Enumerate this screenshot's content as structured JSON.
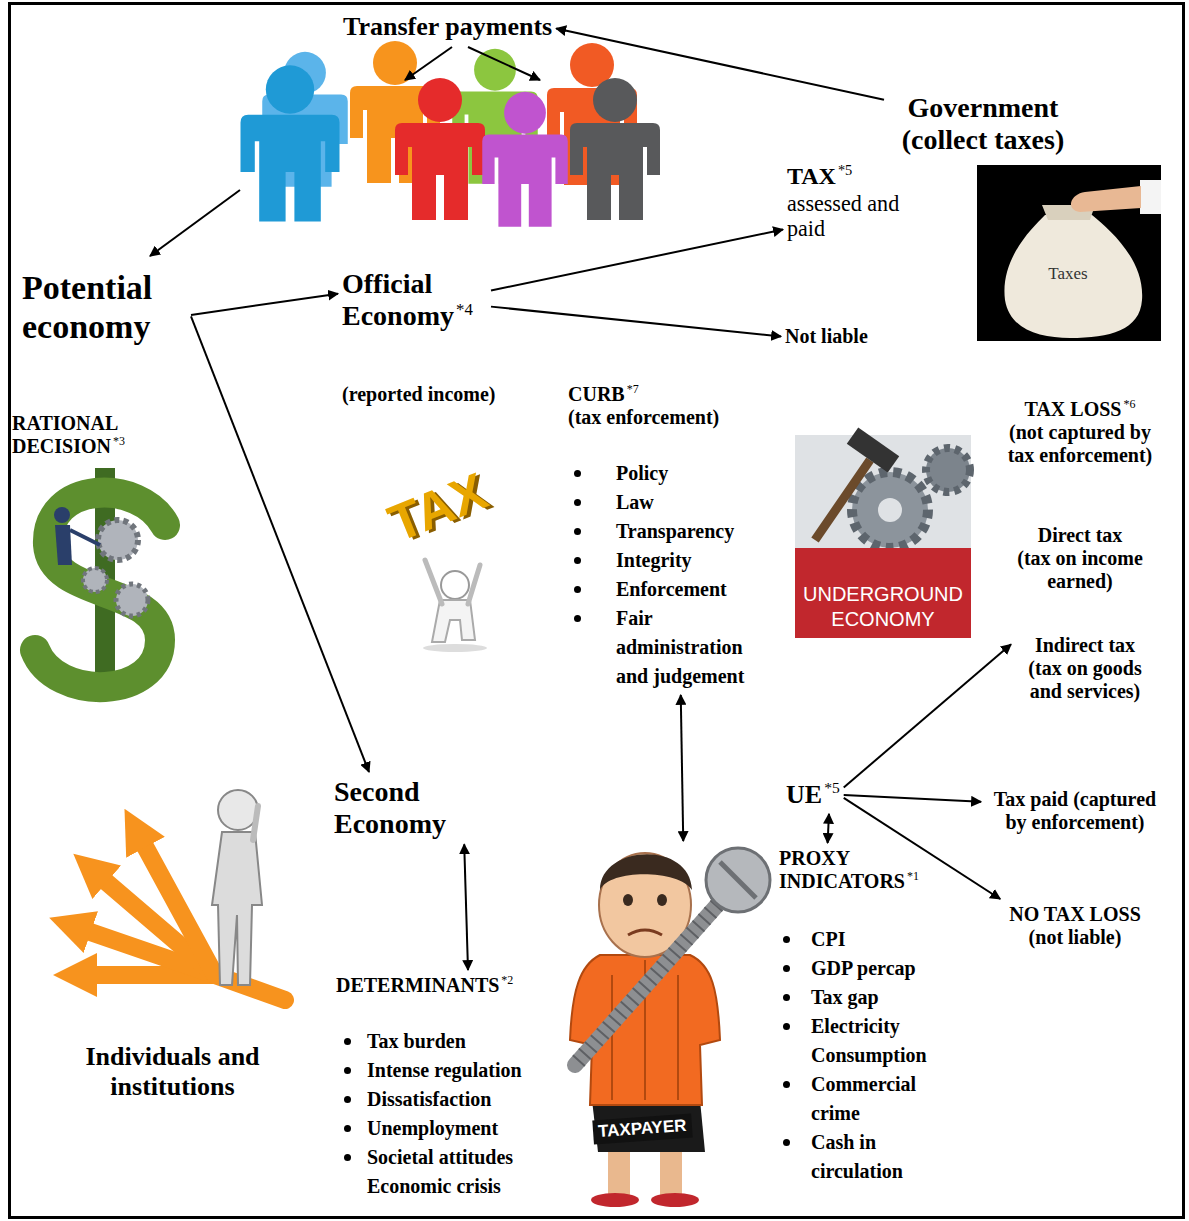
{
  "diagram": {
    "nodes": [
      {
        "text": [
          "Transfer payments"
        ]
      },
      {
        "text": [
          "Government (collect taxes)"
        ]
      },
      {
        "text": [
          "TAX",
          "*5",
          "assessed and paid"
        ]
      },
      {
        "text": [
          "Potential economy"
        ]
      },
      {
        "text": [
          "Official Economy",
          "*4"
        ]
      },
      {
        "text": [
          "Not liable"
        ]
      },
      {
        "text": [
          "CURB",
          "*7",
          "(tax enforcement)",
          "Policy",
          "Law",
          "Transparency",
          "Integrity",
          "Enforcement",
          "Fair administration and judgement"
        ]
      },
      {
        "text": [
          "TAX LOSS",
          "*6",
          "(not captured by tax enforcement)"
        ]
      },
      {
        "text": [
          "UNDERGROUND ECONOMY"
        ]
      },
      {
        "text": [
          "Direct tax",
          "(tax on income earned)"
        ]
      },
      {
        "text": [
          "Indirect tax",
          "(tax on goods and services)"
        ]
      },
      {
        "text": [
          "Second Economy"
        ]
      },
      {
        "text": [
          "UE",
          "*5"
        ]
      },
      {
        "text": [
          "Tax paid (captured by enforcement)"
        ]
      },
      {
        "text": [
          "PROXY INDICATORS",
          "*1",
          "CPI",
          "GDP percap",
          "Tax gap",
          "Electricity Consumption",
          "Commercial crime",
          "Cash in circulation"
        ]
      },
      {
        "text": [
          "NO TAX LOSS",
          "(not liable)"
        ]
      },
      {
        "text": [
          "TAXPAYER"
        ]
      },
      {
        "text": [
          "DETERMINANTS",
          "*2",
          "Tax burden",
          "Intense regulation",
          "Dissatisfaction",
          "Unemployment",
          "Societal attitudes",
          "Economic crisis"
        ]
      }
    ],
    "edges": [
      {
        "from": 1,
        "to": 0,
        "arrow": "to"
      },
      {
        "from": 3,
        "to": 4,
        "arrow": "to"
      },
      {
        "from": 3,
        "to": 11,
        "arrow": "to"
      },
      {
        "from": 4,
        "to": 2,
        "arrow": "to"
      },
      {
        "from": 4,
        "to": 5,
        "arrow": "to"
      },
      {
        "from": 6,
        "to": 16,
        "arrow": "both"
      },
      {
        "from": 12,
        "to": 10,
        "arrow": "to"
      },
      {
        "from": 12,
        "to": 13,
        "arrow": "to"
      },
      {
        "from": 12,
        "to": 14,
        "arrow": "both"
      },
      {
        "from": 12,
        "to": 15,
        "arrow": "to"
      },
      {
        "from": 11,
        "to": 17,
        "arrow": "both"
      }
    ],
    "labels": [
      "Taxes",
      "(reported income)",
      "RATIONAL DECISION",
      "*3",
      "TAX",
      "Individuals and institutions"
    ]
  }
}
